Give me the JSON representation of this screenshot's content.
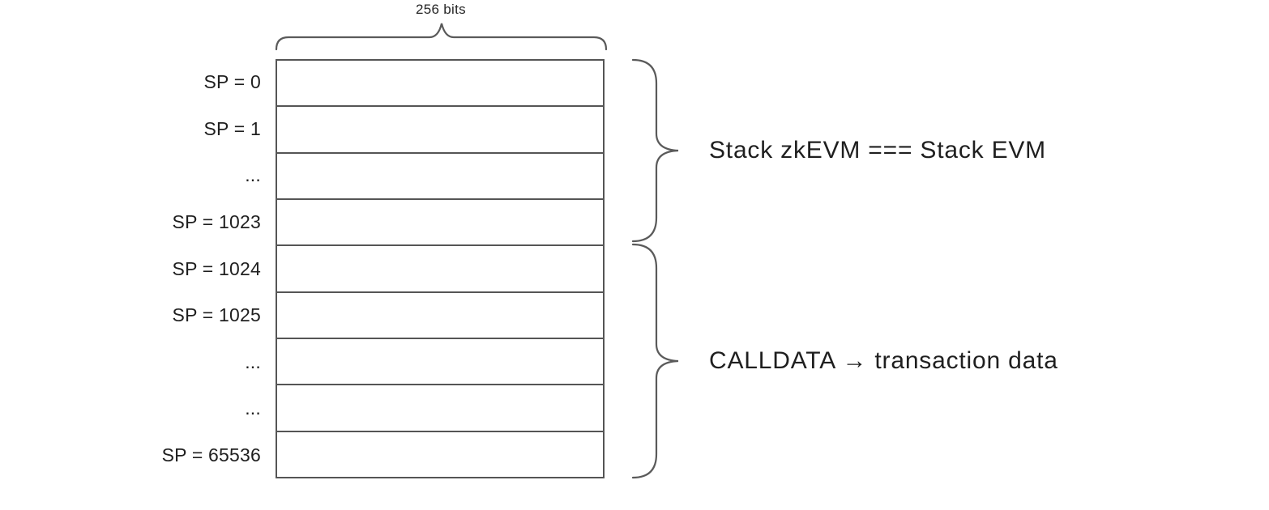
{
  "diagram": {
    "bit_width_label": "256 bits",
    "rows": [
      {
        "label": "SP = 0"
      },
      {
        "label": "SP = 1"
      },
      {
        "label": "..."
      },
      {
        "label": "SP = 1023"
      },
      {
        "label": "SP = 1024"
      },
      {
        "label": "SP = 1025"
      },
      {
        "label": "..."
      },
      {
        "label": "..."
      },
      {
        "label": "SP = 65536"
      }
    ],
    "annotations": [
      {
        "label": "Stack zkEVM === Stack EVM",
        "rows_covered": "SP 0 to SP 1023"
      },
      {
        "label": "CALLDATA → transaction data",
        "rows_covered": "SP 1024 to SP 65536"
      }
    ],
    "colors": {
      "line": "#555555",
      "brace": "#5a5a5a",
      "text": "#1f1f1f",
      "background": "#ffffff"
    }
  }
}
